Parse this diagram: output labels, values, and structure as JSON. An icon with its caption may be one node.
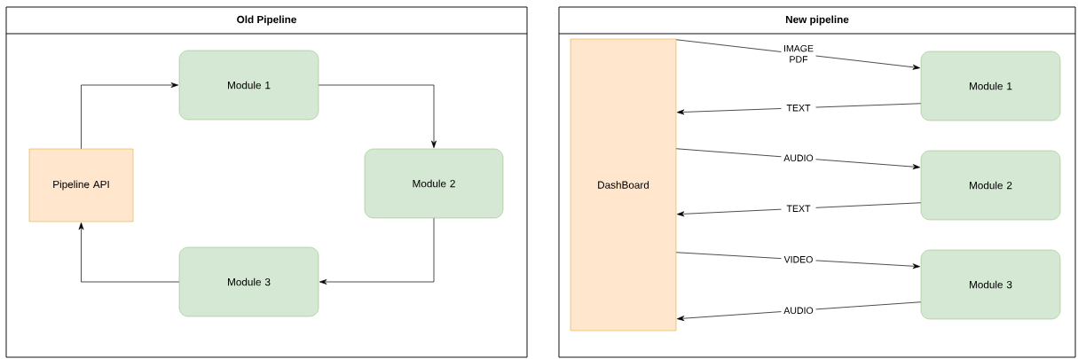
{
  "diagram": {
    "nodes": [
      {
        "text": [
          "Old Pipeline"
        ]
      },
      {
        "text": [
          "Module 1"
        ],
        "in": 0
      },
      {
        "text": [
          "Pipeline API"
        ],
        "in": 0
      },
      {
        "text": [
          "Module 2"
        ],
        "in": 0
      },
      {
        "text": [
          "Module 3"
        ],
        "in": 0
      },
      {
        "text": [
          "New pipeline"
        ]
      },
      {
        "text": [
          "DashBoard"
        ],
        "in": 5
      },
      {
        "text": [
          "Module 1"
        ],
        "in": 5
      },
      {
        "text": [
          "Module 2"
        ],
        "in": 5
      },
      {
        "text": [
          "Module 3"
        ],
        "in": 5
      }
    ],
    "edges": [
      {
        "from": 2,
        "to": 1,
        "arrow": "to"
      },
      {
        "from": 1,
        "to": 3,
        "arrow": "to"
      },
      {
        "from": 3,
        "to": 4,
        "arrow": "to"
      },
      {
        "from": 4,
        "to": 2,
        "arrow": "to"
      },
      {
        "from": 6,
        "to": 7,
        "arrow": "to",
        "label": "IMAGE PDF"
      },
      {
        "from": 7,
        "to": 6,
        "arrow": "to",
        "label": "TEXT"
      },
      {
        "from": 6,
        "to": 8,
        "arrow": "to",
        "label": "AUDIO"
      },
      {
        "from": 8,
        "to": 6,
        "arrow": "to",
        "label": "TEXT"
      },
      {
        "from": 6,
        "to": 9,
        "arrow": "to",
        "label": "VIDEO"
      },
      {
        "from": 9,
        "to": 6,
        "arrow": "to",
        "label": "AUDIO"
      }
    ]
  }
}
